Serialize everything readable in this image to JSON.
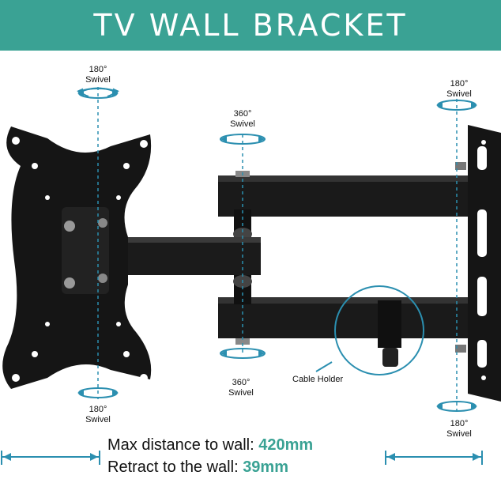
{
  "banner": {
    "title": "TV WALL BRACKET"
  },
  "swivel_labels": [
    {
      "angle": "180°",
      "word": "Swivel"
    },
    {
      "angle": "360°",
      "word": "Swivel"
    },
    {
      "angle": "180°",
      "word": "Swivel"
    },
    {
      "angle": "360°",
      "word": "Swivel"
    },
    {
      "angle": "180°",
      "word": "Swivel"
    },
    {
      "angle": "180°",
      "word": "Swivel"
    }
  ],
  "cable_holder": "Cable Holder",
  "specs": {
    "max_label": "Max distance to wall: ",
    "max_value": "420mm",
    "retract_label": "Retract to the wall: ",
    "retract_value": "39mm"
  },
  "colors": {
    "accent": "#3aa294",
    "product": "#151515"
  }
}
